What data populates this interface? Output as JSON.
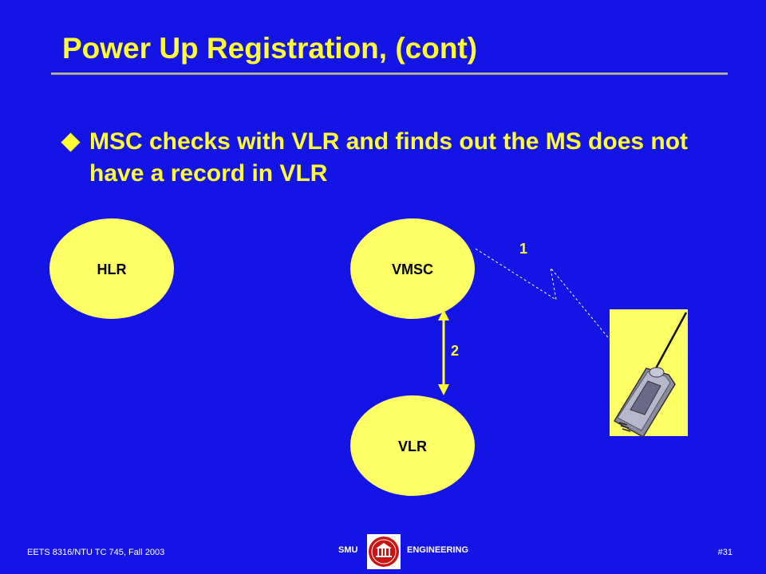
{
  "slide": {
    "title": "Power Up Registration, (cont)",
    "bullet": "MSC checks with VLR and finds out the MS does not have a record in VLR"
  },
  "diagram": {
    "nodes": {
      "hlr": "HLR",
      "vmsc": "VMSC",
      "vlr": "VLR"
    },
    "steps": {
      "step1": "1",
      "step2": "2"
    }
  },
  "footer": {
    "course": "EETS 8316/NTU TC 745, Fall 2003",
    "page": "#31",
    "smu": "SMU",
    "engineering": "ENGINEERING"
  },
  "colors": {
    "background": "#1414e6",
    "text": "#ffff33",
    "node_fill": "#ffff66",
    "logo_red": "#cc1111"
  }
}
